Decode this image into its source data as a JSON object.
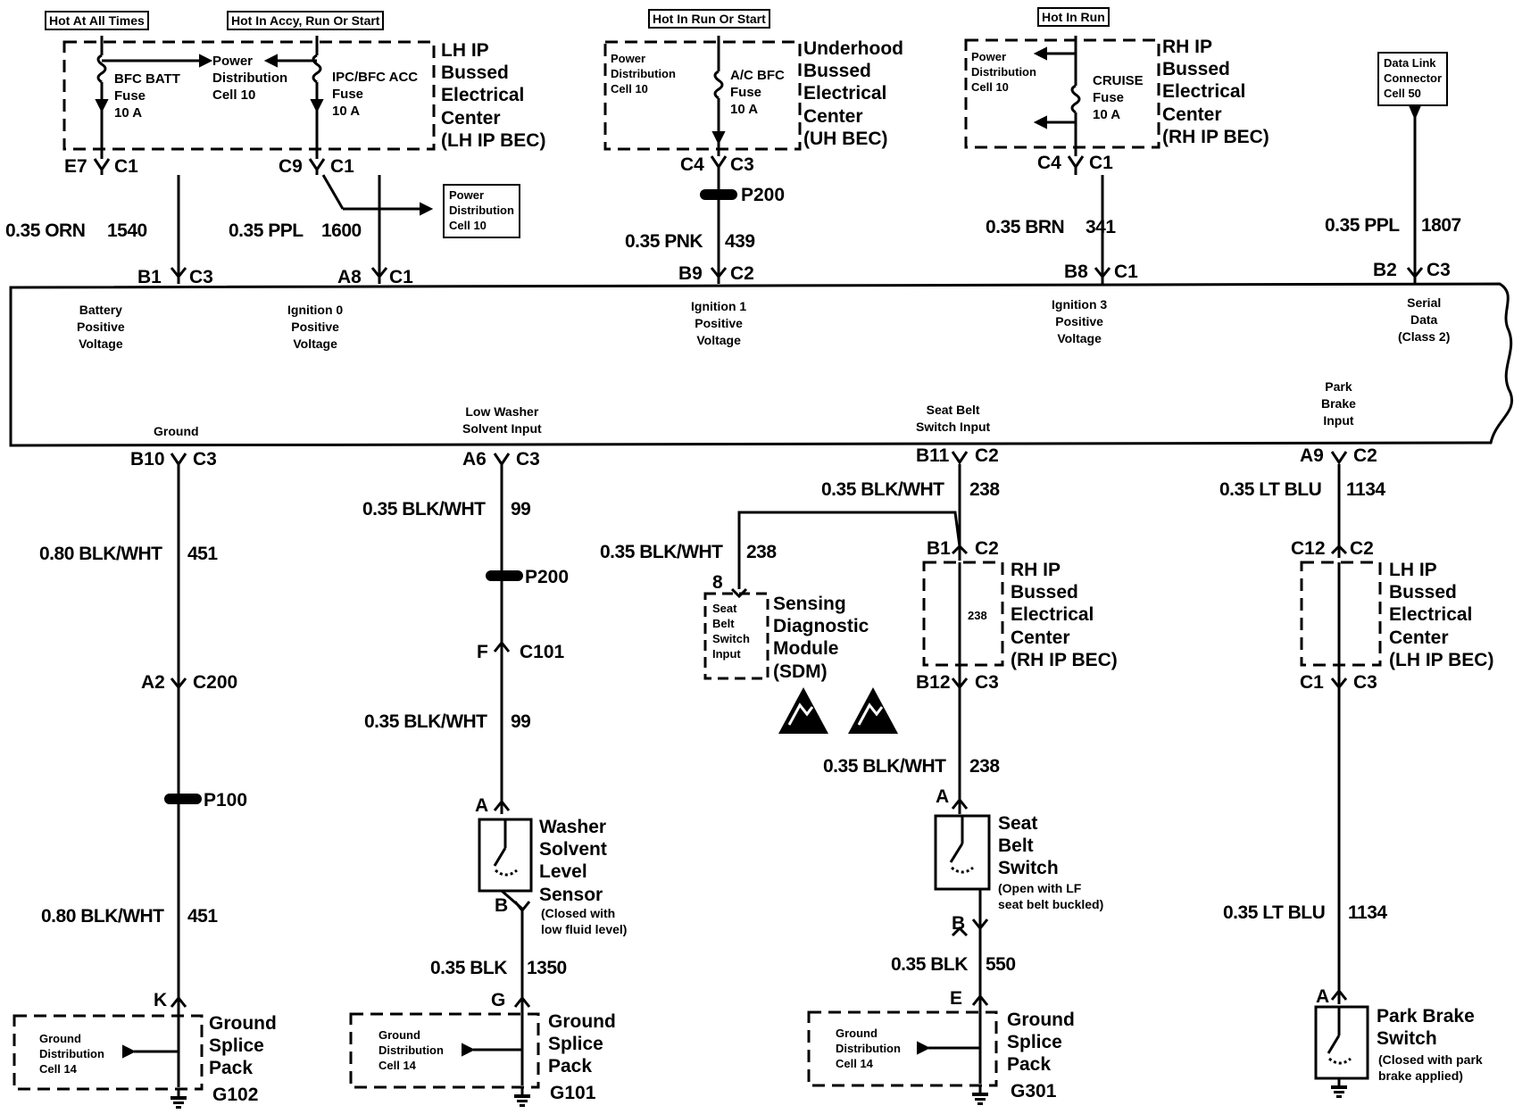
{
  "hot_labels": [
    "Hot At All Times",
    "Hot In Accy, Run Or Start",
    "Hot In Run Or Start",
    "Hot In Run"
  ],
  "bec_lh": "LH IP\nBussed\nElectrical\nCenter\n(LH IP BEC)",
  "bec_uh": "Underhood\nBussed\nElectrical\nCenter\n(UH BEC)",
  "bec_rh": "RH IP\nBussed\nElectrical\nCenter\n(RH IP BEC)",
  "bec_rh2": "RH IP\nBussed\nElectrical\nCenter\n(RH IP BEC)",
  "bec_lh2": "LH IP\nBussed\nElectrical\nCenter\n(LH IP BEC)",
  "fuses": {
    "bfc_batt": "BFC BATT\nFuse\n10 A",
    "ipc_acc": "IPC/BFC ACC\nFuse\n10 A",
    "ac_bfc": "A/C BFC\nFuse\n10 A",
    "cruise": "CRUISE\nFuse\n10 A"
  },
  "power_dist": {
    "lh": "Power\nDistribution\nCell 10",
    "uh": "Power\nDistribution\nCell 10",
    "rh": "Power\nDistribution\nCell 10",
    "ref_box": "Power\nDistribution\nCell 10"
  },
  "data_link": "Data Link\nConnector\nCell 50",
  "pins": {
    "e7": "E7",
    "c1a": "C1",
    "c9": "C9",
    "c1b": "C1",
    "c4a": "C4",
    "c3a": "C3",
    "p200a": "P200",
    "c4b": "C4",
    "c1c": "C1",
    "b1": "B1",
    "c3b": "C3",
    "a8": "A8",
    "c1d": "C1",
    "b9": "B9",
    "c2a": "C2",
    "b8": "B8",
    "c1e": "C1",
    "b2": "B2",
    "c3c": "C3",
    "b10": "B10",
    "c3d": "C3",
    "a6": "A6",
    "c3e": "C3",
    "b11": "B11",
    "c2b": "C2",
    "a9": "A9",
    "c2c": "C2",
    "p200b": "P200",
    "f": "F",
    "c101": "C101",
    "a2": "A2",
    "c200": "C200",
    "p100": "P100",
    "sdm8": "8",
    "b1r": "B1",
    "c2d": "C2",
    "b12": "B12",
    "c3f": "C3",
    "c12": "C12",
    "c2e": "C2",
    "c1f": "C1",
    "c3g": "C3",
    "a_wash": "A",
    "b_wash": "B",
    "a_seat": "A",
    "b_seat": "B",
    "a_park": "A",
    "k": "K",
    "g": "G",
    "e": "E"
  },
  "wires": {
    "w1540": "0.35 ORN",
    "n1540": "1540",
    "w1600": "0.35 PPL",
    "n1600": "1600",
    "w439": "0.35 PNK",
    "n439": "439",
    "w341": "0.35 BRN",
    "n341": "341",
    "w1807": "0.35 PPL",
    "n1807": "1807",
    "w451a": "0.80 BLK/WHT",
    "n451a": "451",
    "w451b": "0.80 BLK/WHT",
    "n451b": "451",
    "w99a": "0.35 BLK/WHT",
    "n99a": "99",
    "w99b": "0.35 BLK/WHT",
    "n99b": "99",
    "w238a": "0.35 BLK/WHT",
    "n238a": "238",
    "w238b": "0.35 BLK/WHT",
    "n238b": "238",
    "w238c": "0.35 BLK/WHT",
    "n238c": "238",
    "w1134a": "0.35 LT BLU",
    "n1134a": "1134",
    "w1134b": "0.35 LT BLU",
    "n1134b": "1134",
    "w1350": "0.35 BLK",
    "n1350": "1350",
    "w550": "0.35 BLK",
    "n550": "550",
    "inner238": "238"
  },
  "module_signals": {
    "battery": "Battery\nPositive\nVoltage",
    "ign0": "Ignition 0\nPositive\nVoltage",
    "ign1": "Ignition 1\nPositive\nVoltage",
    "ign3": "Ignition 3\nPositive\nVoltage",
    "serial": "Serial\nData\n(Class 2)",
    "ground": "Ground",
    "washer_in": "Low Washer\nSolvent Input",
    "seatbelt_in": "Seat Belt\nSwitch Input",
    "park_in": "Park\nBrake\nInput"
  },
  "sdm": {
    "label": "Sensing\nDiagnostic\nModule\n(SDM)",
    "input": "Seat\nBelt\nSwitch\nInput"
  },
  "washer_sensor": "Washer\nSolvent\nLevel\nSensor",
  "washer_note": "(Closed with\nlow fluid level)",
  "seat_switch": "Seat\nBelt\nSwitch",
  "seat_note": "(Open with LF\nseat belt buckled)",
  "park_switch": "Park Brake\nSwitch",
  "park_note": "(Closed with park\nbrake applied)",
  "ground_splice": "Ground\nSplice\nPack",
  "ground_dist": "Ground\nDistribution\nCell 14",
  "grounds": [
    "G102",
    "G101",
    "G301"
  ]
}
